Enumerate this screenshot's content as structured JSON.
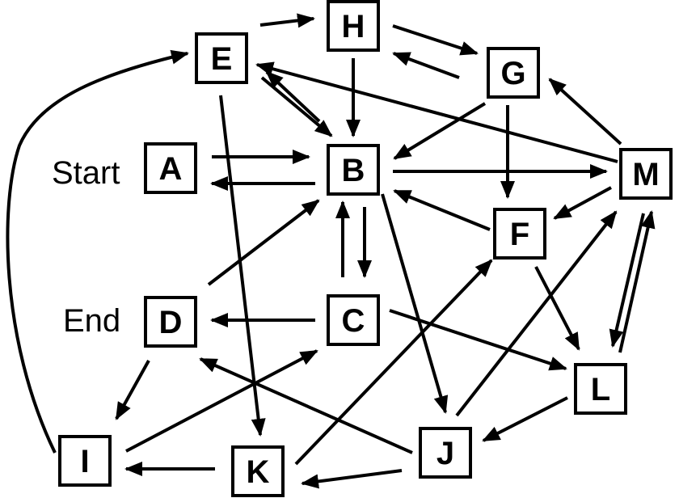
{
  "diagram": {
    "type": "directed-graph",
    "labels": {
      "start": "Start",
      "end": "End"
    },
    "nodes": [
      {
        "id": "A",
        "label": "A"
      },
      {
        "id": "B",
        "label": "B"
      },
      {
        "id": "C",
        "label": "C"
      },
      {
        "id": "D",
        "label": "D"
      },
      {
        "id": "E",
        "label": "E"
      },
      {
        "id": "F",
        "label": "F"
      },
      {
        "id": "G",
        "label": "G"
      },
      {
        "id": "H",
        "label": "H"
      },
      {
        "id": "I",
        "label": "I"
      },
      {
        "id": "J",
        "label": "J"
      },
      {
        "id": "K",
        "label": "K"
      },
      {
        "id": "L",
        "label": "L"
      },
      {
        "id": "M",
        "label": "M"
      }
    ],
    "edges": [
      {
        "from": "A",
        "to": "B"
      },
      {
        "from": "B",
        "to": "A"
      },
      {
        "from": "E",
        "to": "H"
      },
      {
        "from": "H",
        "to": "B"
      },
      {
        "from": "H",
        "to": "G"
      },
      {
        "from": "G",
        "to": "H"
      },
      {
        "from": "G",
        "to": "B"
      },
      {
        "from": "G",
        "to": "F"
      },
      {
        "from": "E",
        "to": "B"
      },
      {
        "from": "B",
        "to": "E"
      },
      {
        "from": "M",
        "to": "E"
      },
      {
        "from": "M",
        "to": "G"
      },
      {
        "from": "B",
        "to": "M"
      },
      {
        "from": "M",
        "to": "F"
      },
      {
        "from": "F",
        "to": "B"
      },
      {
        "from": "B",
        "to": "C"
      },
      {
        "from": "C",
        "to": "B"
      },
      {
        "from": "D",
        "to": "B"
      },
      {
        "from": "C",
        "to": "D"
      },
      {
        "from": "C",
        "to": "L"
      },
      {
        "from": "B",
        "to": "J"
      },
      {
        "from": "J",
        "to": "M"
      },
      {
        "from": "F",
        "to": "L"
      },
      {
        "from": "M",
        "to": "L"
      },
      {
        "from": "L",
        "to": "M"
      },
      {
        "from": "L",
        "to": "J"
      },
      {
        "from": "J",
        "to": "D"
      },
      {
        "from": "J",
        "to": "K"
      },
      {
        "from": "K",
        "to": "F"
      },
      {
        "from": "K",
        "to": "I"
      },
      {
        "from": "I",
        "to": "C"
      },
      {
        "from": "D",
        "to": "I"
      },
      {
        "from": "E",
        "to": "K"
      },
      {
        "from": "I",
        "to": "E"
      }
    ]
  }
}
